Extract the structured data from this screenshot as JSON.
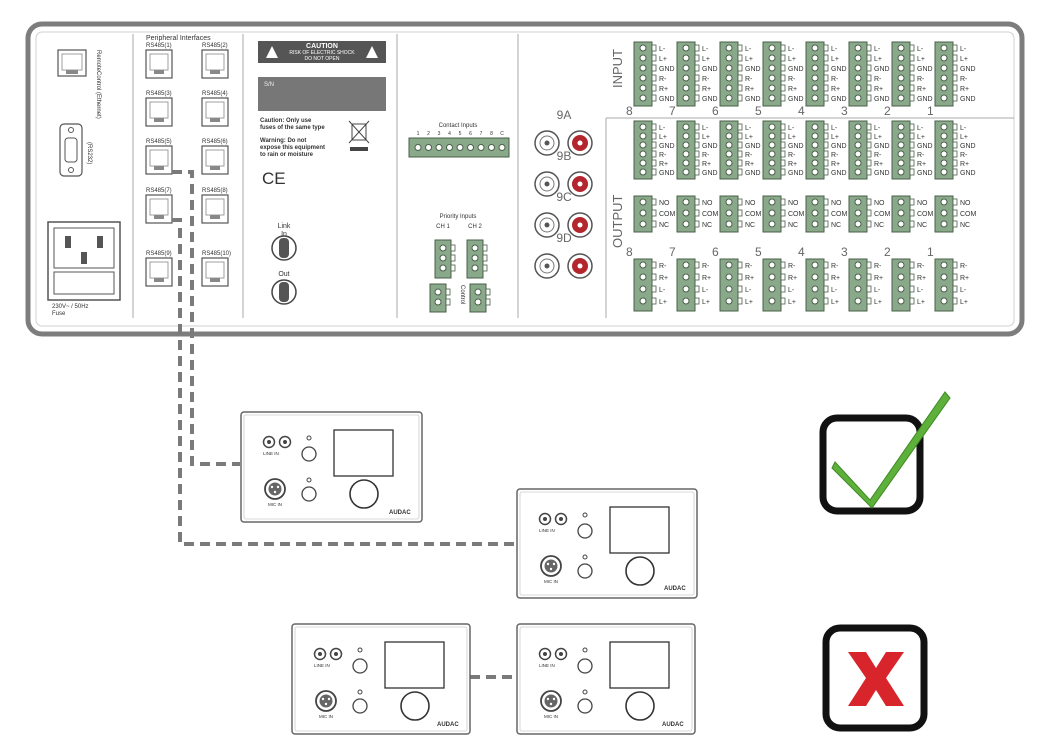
{
  "rack": {
    "ethernet_label": "RemoteControl (Ethernet)",
    "rs232_label": "(RS232)",
    "power_label": "230V~ / 50Hz",
    "fuse_label": "Fuse",
    "peripheral_title": "Peripheral Interfaces",
    "rs485_ports": [
      "RS485(1)",
      "RS485(2)",
      "RS485(3)",
      "RS485(4)",
      "RS485(5)",
      "RS485(6)",
      "RS485(7)",
      "RS485(8)",
      "RS485(9)",
      "RS485(10)"
    ],
    "caution_title": "CAUTION",
    "caution_line1": "RISK OF ELECTRIC SHOCK",
    "caution_line2": "DO NOT OPEN",
    "sn_label": "S/N",
    "caution_fuse_1": "Caution: Only use",
    "caution_fuse_2": "fuses of the same type",
    "warning_1": "Warning: Do not",
    "warning_2": "expose this equipment",
    "warning_3": "to rain or moisture",
    "ce_mark": "CE",
    "link_label": "Link",
    "in_label": "In",
    "out_label": "Out",
    "contact_inputs_title": "Contact Inputs",
    "contact_numbers": [
      "1",
      "2",
      "3",
      "4",
      "5",
      "6",
      "7",
      "8",
      "C"
    ],
    "priority_title": "Priority Inputs",
    "priority_ch1": "CH 1",
    "priority_ch2": "CH 2",
    "control_label": "Control",
    "rca_labels": [
      "9A",
      "9B",
      "9C",
      "9D"
    ],
    "input_label": "INPUT",
    "output_label": "OUTPUT",
    "channel_numbers": [
      "8",
      "7",
      "6",
      "5",
      "4",
      "3",
      "2",
      "1"
    ],
    "input_pins": [
      "L-",
      "L+",
      "GND",
      "R-",
      "R+",
      "GND"
    ],
    "relay_pins": [
      "NO",
      "COM",
      "NC"
    ],
    "output_pins": [
      "R-",
      "R+",
      "L-",
      "L+"
    ]
  },
  "wall_panel": {
    "line_in_label": "LINE IN",
    "mic_in_label": "MIC IN",
    "brand": "AUDAC"
  },
  "colors": {
    "terminal_green": "#8aa88a",
    "rca_red": "#b3262e",
    "check_green": "#5db03a",
    "cross_red": "#d8252b",
    "cable_gray": "#7a7a7a"
  }
}
